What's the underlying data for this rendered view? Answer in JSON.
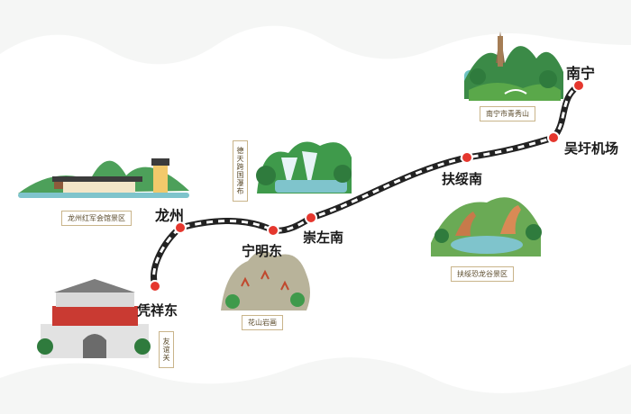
{
  "stations": {
    "pingxiang": "凭祥东",
    "longzhou": "龙州",
    "ningming": "宁明东",
    "chongzuo": "崇左南",
    "fusui": "扶绥南",
    "airport": "吴圩机场",
    "nanning": "南宁"
  },
  "attractions": {
    "youyiguan": "友谊关",
    "longzhou_site": "龙州红军会馆景区",
    "huashan": "花山岩画",
    "detian": "德天跨国瀑布",
    "konglong": "扶绥恐龙谷景区",
    "qingxiushan": "南宁市青秀山"
  },
  "colors": {
    "track": "#222222",
    "station_dot": "#e5372e",
    "caption_border": "#c9b48a"
  }
}
